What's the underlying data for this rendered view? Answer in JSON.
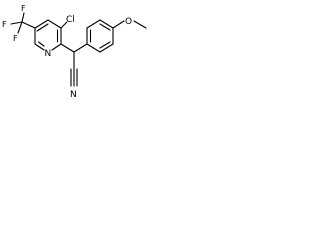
{
  "structure": {
    "atom_labels": {
      "f_top": "F",
      "f_left": "F",
      "f_bottom": "F",
      "chlorine": "Cl",
      "pyridine_n": "N",
      "nitrile_n": "N",
      "oxygen": "O"
    }
  }
}
